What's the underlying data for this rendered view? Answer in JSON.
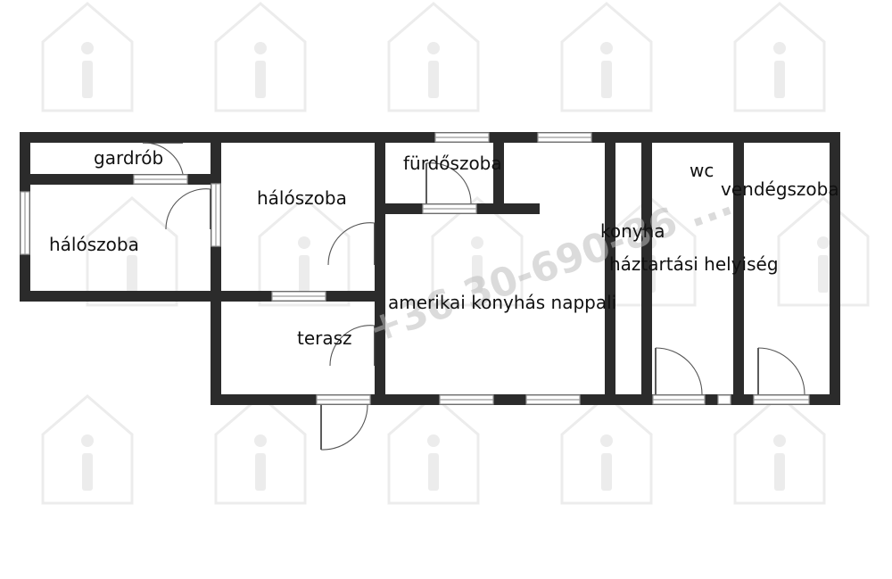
{
  "rooms": {
    "gardrob": "gardrób",
    "bedroom_left": "hálószoba",
    "bedroom_mid": "hálószoba",
    "bathroom": "fürdőszoba",
    "living": "amerikai konyhás nappali",
    "terrace": "terasz",
    "kitchen": "konyha",
    "utility": "háztartási helyiség",
    "wc": "wc",
    "guestroom": "vendégszoba"
  },
  "watermark": {
    "phone": "+36 30-690-86 ...",
    "icon": "house-info-icon"
  },
  "colors": {
    "wall": "#2b2b2b",
    "window": "#9a9a9a",
    "watermark": "#ececec"
  }
}
